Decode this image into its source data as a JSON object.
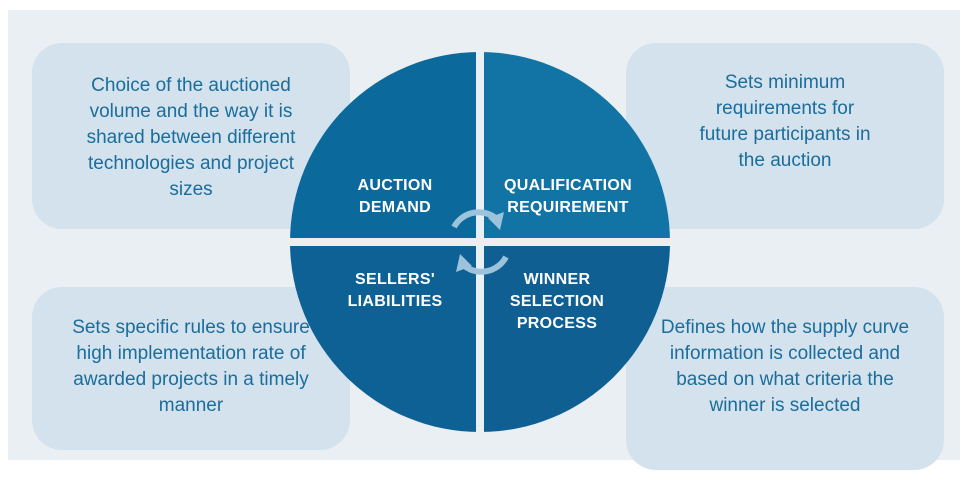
{
  "colors": {
    "panel_bg": "#eaeff4",
    "card_bg": "#d3e2ec",
    "card_text": "#1a6d9c",
    "quadrant_top_left": "#0b699b",
    "quadrant_top_right": "#1174a4",
    "quadrant_bottom_left": "#0d6195",
    "quadrant_bottom_right": "#0f5f93",
    "cycle_arrows": "#9cc3da"
  },
  "quadrants": {
    "top_left": "AUCTION\nDEMAND",
    "top_right": "QUALIFICATION\nREQUIREMENT",
    "bottom_left": "SELLERS'\nLIABILITIES",
    "bottom_right": "WINNER\nSELECTION\nPROCESS"
  },
  "cards": {
    "top_left": "Choice of the auctioned volume and the way it is shared between different technologies and project sizes",
    "top_right": "Sets minimum requirements for future participants in the auction",
    "bottom_left": "Sets specific rules to ensure high implementation rate of awarded projects in a timely manner",
    "bottom_right": "Defines how the supply curve information is collected and based on what criteria the winner is selected"
  },
  "icons": {
    "center": "cycle-arrows-icon"
  }
}
